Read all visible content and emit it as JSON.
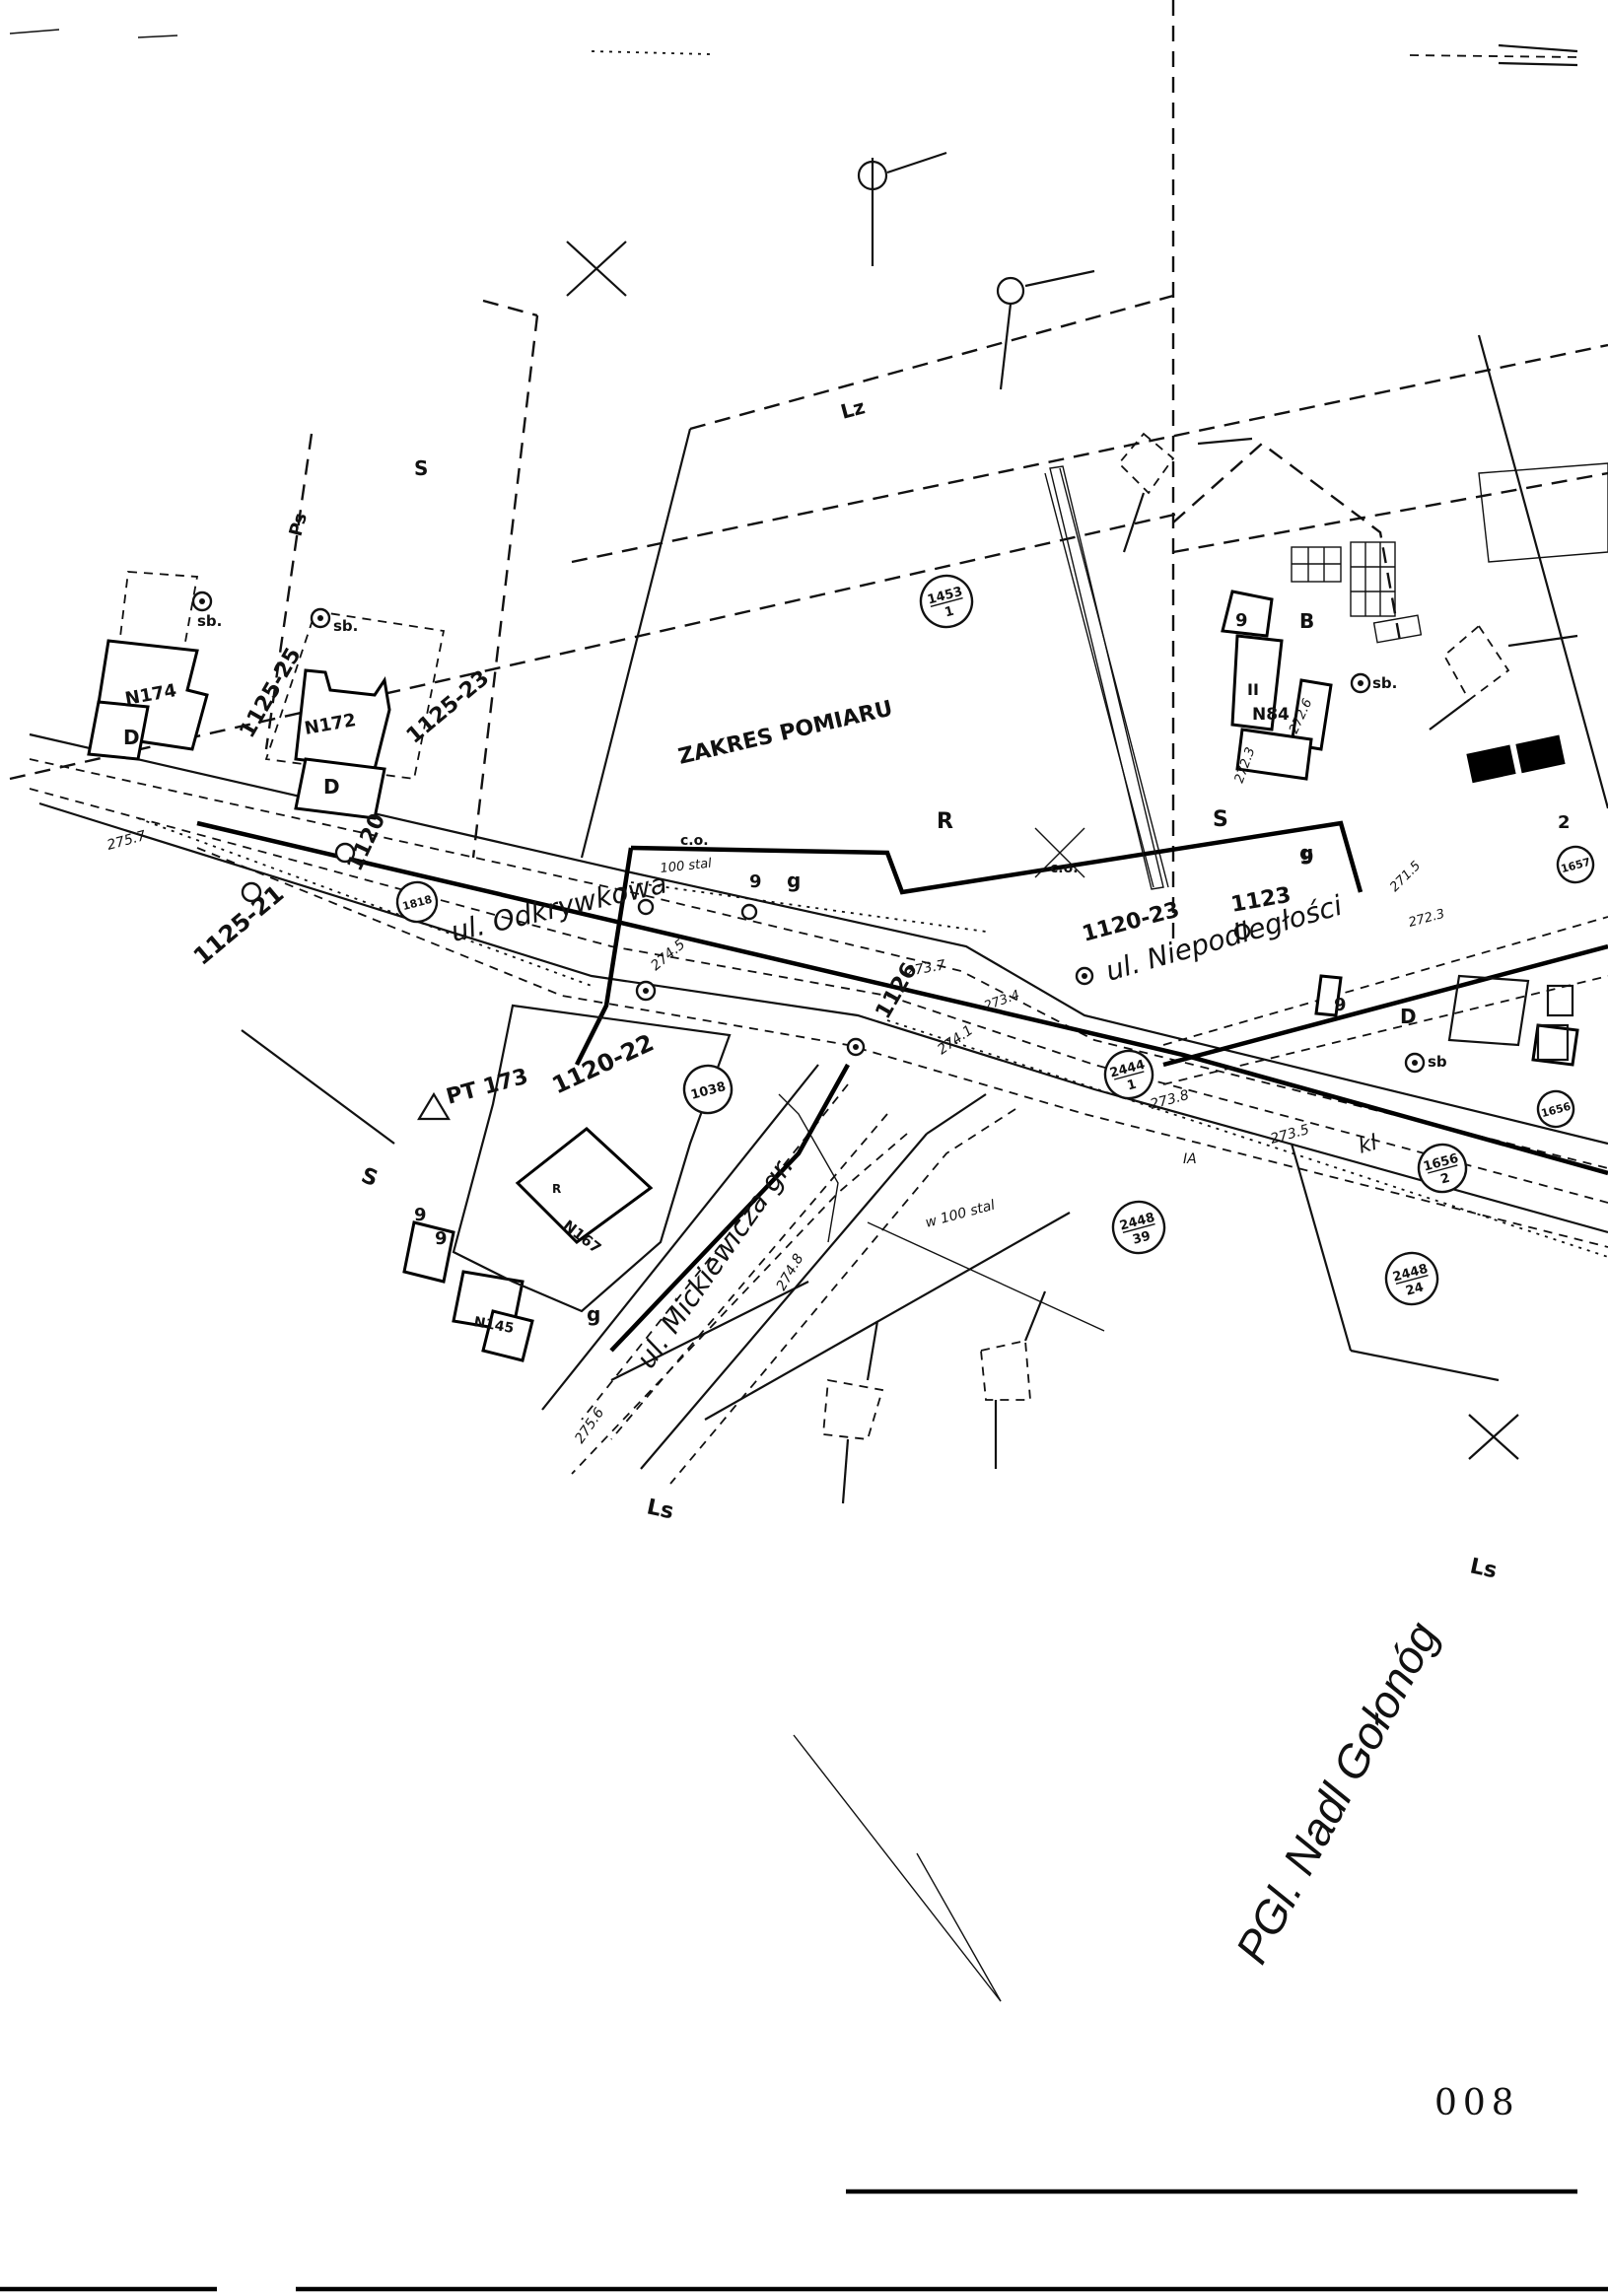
{
  "map": {
    "survey_range_label": "ZAKRES POMIARU",
    "streets": {
      "odkrywkowa": "ul. Odkrywkowa",
      "niepodleglosci": "ul. Niepodległości",
      "mickiewicza": "ul. Mickiewicza gr."
    },
    "parcels": [
      {
        "id": "1453",
        "num": "1453",
        "den": "1"
      },
      {
        "id": "1818",
        "num": "1818",
        "den": ""
      },
      {
        "id": "1038",
        "num": "1038",
        "den": ""
      },
      {
        "id": "2444",
        "num": "2444",
        "den": "1"
      },
      {
        "id": "1656",
        "num": "1656",
        "den": "2"
      },
      {
        "id": "2448-39",
        "num": "2448",
        "den": "39"
      },
      {
        "id": "2448-24",
        "num": "2448",
        "den": "24"
      },
      {
        "id": "1657",
        "num": "1657",
        "den": ""
      },
      {
        "id": "1656b",
        "num": "1656",
        "den": ""
      }
    ],
    "buildings": {
      "n174": "N174",
      "n172": "N172",
      "n84": "N84",
      "n167": "N167",
      "n145": "N145"
    },
    "land_use": {
      "ls_left": "Ls",
      "ls_right": "Ls",
      "l_top": "Lz",
      "r_center": "R",
      "b_right": "B",
      "s_top": "S",
      "s_left": "S",
      "s_mid": "S",
      "ps": "Ps",
      "d_left": "D",
      "d_mid": "D",
      "d_right": "D",
      "kl": "kl"
    },
    "pipes": {
      "co1": "c.o.",
      "co2": "c.o.",
      "steel100": "100 stal",
      "w100": "w 100 stal",
      "gas1": "g",
      "gas2": "g",
      "gas3": "g",
      "pt": "PT 173"
    },
    "roads_codes": {
      "r1": "1125-21",
      "r2": "1120-22",
      "r3": "1123",
      "r4": "1125-23",
      "r5": "1125-25",
      "r6": "1120-23",
      "r7": "1126",
      "r8": "1120"
    },
    "elevations": {
      "e1": "275.7",
      "e2": "274.5",
      "e3": "273.7",
      "e4": "274.1",
      "e5": "273.8",
      "e6": "273.5",
      "e7": "274.8",
      "e8": "275.6",
      "e9": "272.3",
      "e10": "272.6",
      "e11": "271.5",
      "e12": "272.3",
      "e13": "273.4"
    },
    "small_marks": {
      "sb1": "sb.",
      "sb2": "sb.",
      "sb3": "sb.",
      "sb4": "sb",
      "nine1": "9",
      "nine2": "9",
      "nine3": "9",
      "nine4": "9",
      "nine5": "9",
      "nine6": "9",
      "two": "2",
      "ii": "II",
      "r_small": "R",
      "ia": "IA"
    },
    "annotation": "PGl. Nadl Gołonóg",
    "page_number": "008"
  }
}
